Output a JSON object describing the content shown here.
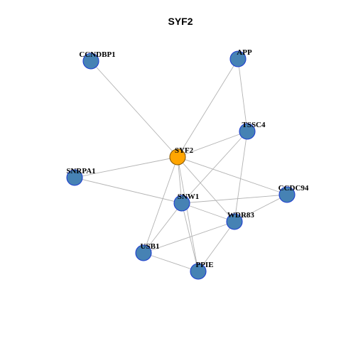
{
  "title": "SYF2",
  "colors": {
    "node_default": "#4682b4",
    "node_highlight": "#ffa500",
    "node_border": "#1f3fd0",
    "edge": "#b3b3b3"
  },
  "nodes": [
    {
      "id": "SYF2",
      "label": "SYF2",
      "highlight": true
    },
    {
      "id": "CCNDBP1",
      "label": "CCNDBP1",
      "highlight": false
    },
    {
      "id": "APP",
      "label": "APP",
      "highlight": false
    },
    {
      "id": "TSSC4",
      "label": "TSSC4",
      "highlight": false
    },
    {
      "id": "SNRPA1",
      "label": "SNRPA1",
      "highlight": false
    },
    {
      "id": "CCDC94",
      "label": "CCDC94",
      "highlight": false
    },
    {
      "id": "SNW1",
      "label": "SNW1",
      "highlight": false
    },
    {
      "id": "WDR83",
      "label": "WDR83",
      "highlight": false
    },
    {
      "id": "USB1",
      "label": "USB1",
      "highlight": false
    },
    {
      "id": "PPIE",
      "label": "PPIE",
      "highlight": false
    }
  ],
  "edges": [
    [
      "SYF2",
      "CCNDBP1"
    ],
    [
      "SYF2",
      "APP"
    ],
    [
      "APP",
      "TSSC4"
    ],
    [
      "SYF2",
      "TSSC4"
    ],
    [
      "SYF2",
      "SNRPA1"
    ],
    [
      "SYF2",
      "CCDC94"
    ],
    [
      "SYF2",
      "SNW1"
    ],
    [
      "SYF2",
      "WDR83"
    ],
    [
      "SYF2",
      "USB1"
    ],
    [
      "SYF2",
      "PPIE"
    ],
    [
      "SNRPA1",
      "SNW1"
    ],
    [
      "TSSC4",
      "SNW1"
    ],
    [
      "TSSC4",
      "WDR83"
    ],
    [
      "SNW1",
      "CCDC94"
    ],
    [
      "SNW1",
      "WDR83"
    ],
    [
      "SNW1",
      "USB1"
    ],
    [
      "SNW1",
      "PPIE"
    ],
    [
      "WDR83",
      "CCDC94"
    ],
    [
      "WDR83",
      "USB1"
    ],
    [
      "WDR83",
      "PPIE"
    ],
    [
      "USB1",
      "PPIE"
    ]
  ]
}
